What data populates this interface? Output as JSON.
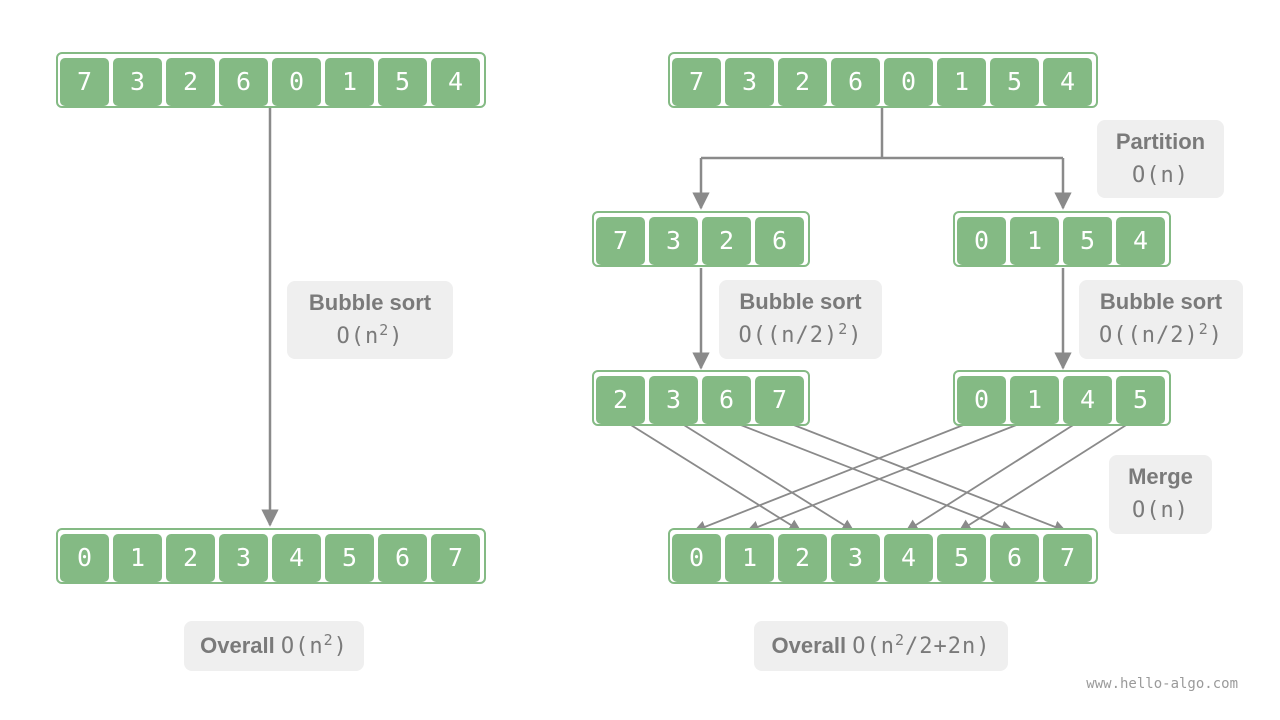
{
  "arrays": {
    "left_input": [
      7,
      3,
      2,
      6,
      0,
      1,
      5,
      4
    ],
    "left_output": [
      0,
      1,
      2,
      3,
      4,
      5,
      6,
      7
    ],
    "right_input": [
      7,
      3,
      2,
      6,
      0,
      1,
      5,
      4
    ],
    "right_part_a": [
      7,
      3,
      2,
      6
    ],
    "right_part_b": [
      0,
      1,
      5,
      4
    ],
    "right_sorted_a": [
      2,
      3,
      6,
      7
    ],
    "right_sorted_b": [
      0,
      1,
      4,
      5
    ],
    "right_output": [
      0,
      1,
      2,
      3,
      4,
      5,
      6,
      7
    ]
  },
  "labels": {
    "bubble_full": {
      "title": "Bubble sort",
      "cost_pre": "O(n",
      "cost_sup": "2",
      "cost_post": ")"
    },
    "partition": {
      "title": "Partition",
      "cost": "O(n)"
    },
    "bubble_half_a": {
      "title": "Bubble sort",
      "cost_pre": "O((n/2)",
      "cost_sup": "2",
      "cost_post": ")"
    },
    "bubble_half_b": {
      "title": "Bubble sort",
      "cost_pre": "O((n/2)",
      "cost_sup": "2",
      "cost_post": ")"
    },
    "merge": {
      "title": "Merge",
      "cost": "O(n)"
    },
    "overall_left": {
      "title": "Overall",
      "cost_pre": "O(n",
      "cost_sup": "2",
      "cost_post": ")"
    },
    "overall_right": {
      "title": "Overall",
      "cost_pre": "O(n",
      "cost_sup": "2",
      "cost_post": "/2+2n)"
    }
  },
  "colors": {
    "cell": "#84ba84",
    "arrow": "#8a8a8a",
    "label_bg": "#efefef"
  },
  "watermark": "www.hello-algo.com"
}
